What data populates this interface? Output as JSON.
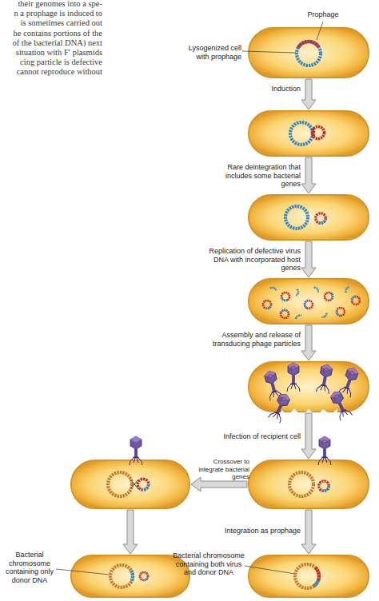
{
  "diagram": {
    "nodes": [
      {
        "text": [
          "Prophage",
          "Lysogenized cell with prophage"
        ]
      },
      {
        "text": []
      },
      {
        "text": []
      },
      {
        "text": []
      },
      {
        "text": []
      },
      {
        "text": []
      },
      {
        "text": []
      },
      {
        "text": [
          "Bacterial chromosome containing only donor DNA"
        ]
      },
      {
        "text": [
          "Bacterial chromosome containing both virus and donor DNA"
        ]
      }
    ],
    "edges": [
      {
        "from": 0,
        "to": 1,
        "arrow": "to",
        "label": "Induction"
      },
      {
        "from": 1,
        "to": 2,
        "arrow": "to",
        "label": "Rare deintegration that includes some bacterial genes"
      },
      {
        "from": 2,
        "to": 3,
        "arrow": "to",
        "label": "Replication of defective virus DNA with incorporated host genes"
      },
      {
        "from": 3,
        "to": 4,
        "arrow": "to",
        "label": "Assembly and release of transducing phage particles"
      },
      {
        "from": 4,
        "to": 5,
        "arrow": "to",
        "label": "Infection of recipient cell"
      },
      {
        "from": 5,
        "to": 6,
        "arrow": "to",
        "label": "Crossover to integrate bacterial genes"
      },
      {
        "from": 5,
        "to": 8,
        "arrow": "to",
        "label": "Integration as prophage"
      },
      {
        "from": 6,
        "to": 7,
        "arrow": "to"
      }
    ],
    "labels": [
      "their genomes into a spe-",
      "n a prophage is induced to",
      "is sometimes carried out",
      "he contains portions of the",
      "of the bacterial DNA) next",
      "situation with F′ plasmids",
      "cing particle is defective",
      "cannot reproduce without"
    ]
  }
}
